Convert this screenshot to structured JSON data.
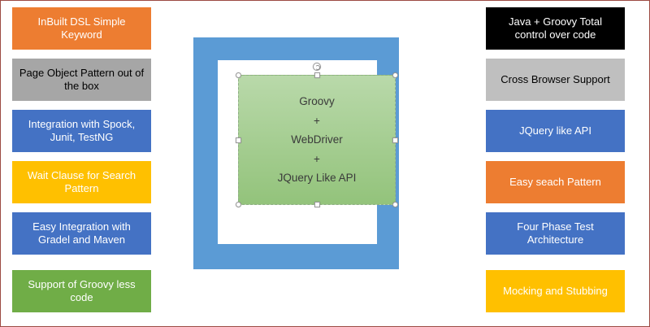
{
  "frame": {
    "border_color": "#9c4a42",
    "background": "#ffffff"
  },
  "left_column": [
    {
      "label": "InBuilt DSL Simple Keyword",
      "bg": "#ED7D31",
      "fg": "#FFFFFF"
    },
    {
      "label": "Page Object Pattern out of the box",
      "bg": "#A6A6A6",
      "fg": "#000000"
    },
    {
      "label": "Integration with Spock, Junit, TestNG",
      "bg": "#4472C4",
      "fg": "#FFFFFF"
    },
    {
      "label": "Wait Clause for Search Pattern",
      "bg": "#FFC000",
      "fg": "#FFFFFF"
    },
    {
      "label": "Easy Integration with Gradel and Maven",
      "bg": "#4472C4",
      "fg": "#FFFFFF"
    },
    {
      "label": "Support of Groovy less code",
      "bg": "#70AD47",
      "fg": "#FFFFFF"
    }
  ],
  "right_column": [
    {
      "label": "Java + Groovy Total control over code",
      "bg": "#000000",
      "fg": "#FFFFFF"
    },
    {
      "label": "Cross Browser Support",
      "bg": "#BFBFBF",
      "fg": "#000000"
    },
    {
      "label": "JQuery like API",
      "bg": "#4472C4",
      "fg": "#FFFFFF"
    },
    {
      "label": "Easy seach Pattern",
      "bg": "#ED7D31",
      "fg": "#FFFFFF"
    },
    {
      "label": "Four Phase Test Architecture",
      "bg": "#4472C4",
      "fg": "#FFFFFF"
    },
    {
      "label": "Mocking and Stubbing",
      "bg": "#FFC000",
      "fg": "#FFFFFF"
    }
  ],
  "center": {
    "label": "Groovy\n+\nWebDriver\n+\nJQuery Like API",
    "outer_square_color": "#5B9BD5",
    "inner_area_color": "#FFFFFF",
    "box_gradient_top": "#B9D9AA",
    "box_gradient_bottom": "#93C37B"
  }
}
